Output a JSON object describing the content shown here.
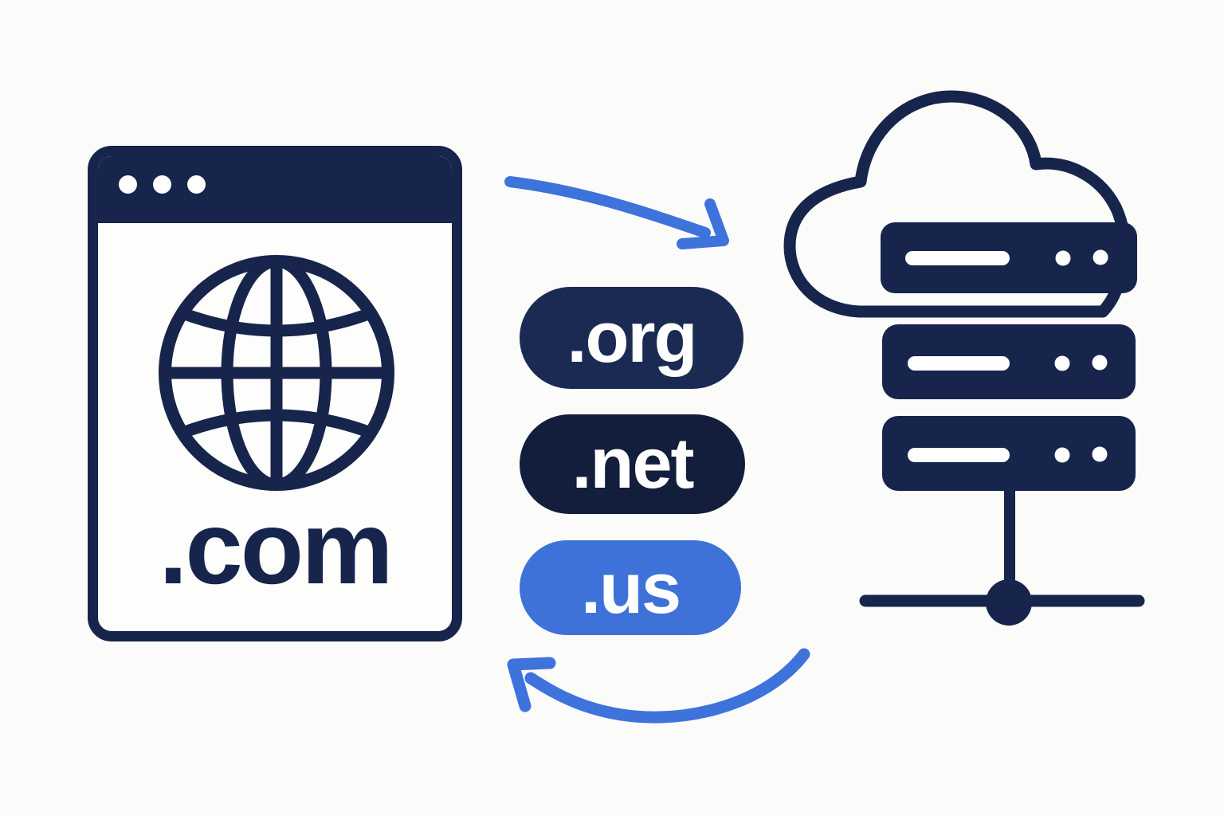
{
  "title": "Domain TLD to cloud server illustration",
  "colors": {
    "navy": "#17254c",
    "navy_dark": "#131e3c",
    "org_navy": "#1b2a52",
    "blue": "#3f72d8",
    "arrow_blue": "#3e73dc",
    "background": "#fbfbfa",
    "white": "#ffffff"
  },
  "browser": {
    "window_dots_count": 3,
    "domain_label": ".com"
  },
  "tld_pills": [
    {
      "label": ".org",
      "style": "navy"
    },
    {
      "label": ".net",
      "style": "dark-navy"
    },
    {
      "label": ".us",
      "style": "blue"
    }
  ],
  "server_stack": {
    "racks": [
      {
        "slot_lines": 1,
        "leds": 2
      },
      {
        "slot_lines": 1,
        "leds": 2
      },
      {
        "slot_lines": 1,
        "leds": 2
      }
    ],
    "has_cloud": true,
    "has_network_node": true
  },
  "icons": {
    "globe": "globe-grid",
    "cloud": "cloud-outline",
    "server": "server-rack",
    "arrow_top": "curved-arrow-right-down",
    "arrow_bottom": "curved-arrow-left-up",
    "window_dot": "circle"
  }
}
